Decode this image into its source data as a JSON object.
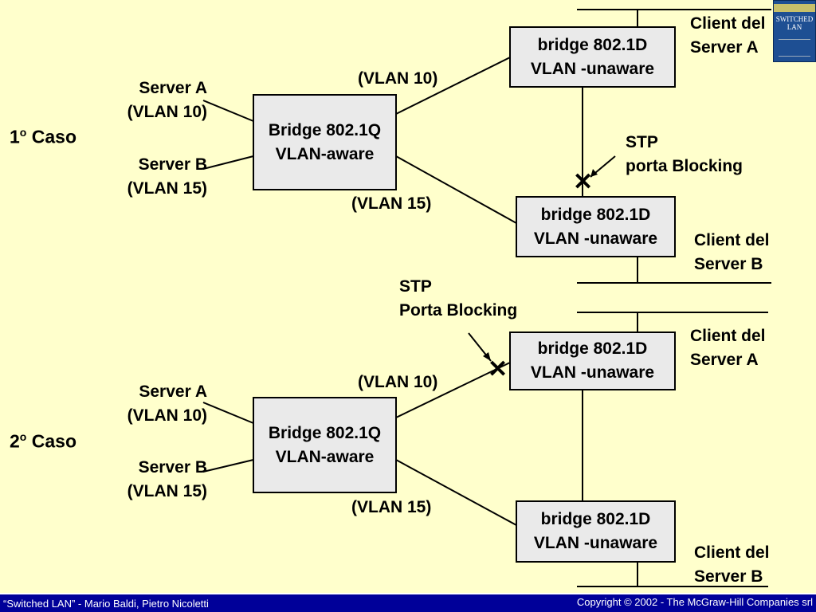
{
  "case1": {
    "title_num": "1",
    "title_sup": "o",
    "title_word": "Caso",
    "server_a": "Server A",
    "server_a_vlan": "(VLAN 10)",
    "server_b": "Server B",
    "server_b_vlan": "(VLAN 15)",
    "aware_bridge": [
      "Bridge 802.1Q",
      "VLAN-aware"
    ],
    "top_bridge": [
      "bridge 802.1D",
      "VLAN -unaware"
    ],
    "bottom_bridge": [
      "bridge 802.1D",
      "VLAN -unaware"
    ],
    "link_top_label": "(VLAN 10)",
    "link_bottom_label": "(VLAN 15)",
    "stp_label": [
      "STP",
      "porta Blocking"
    ],
    "client_a": [
      "Client del",
      "Server A"
    ],
    "client_b": [
      "Client del",
      "Server B"
    ]
  },
  "case2": {
    "title_num": "2",
    "title_sup": "o",
    "title_word": "Caso",
    "server_a": "Server A",
    "server_a_vlan": "(VLAN 10)",
    "server_b": "Server B",
    "server_b_vlan": "(VLAN 15)",
    "aware_bridge": [
      "Bridge 802.1Q",
      "VLAN-aware"
    ],
    "top_bridge": [
      "bridge 802.1D",
      "VLAN -unaware"
    ],
    "bottom_bridge": [
      "bridge 802.1D",
      "VLAN -unaware"
    ],
    "link_top_label": "(VLAN 10)",
    "link_bottom_label": "(VLAN 15)",
    "stp_label": [
      "STP",
      "Porta Blocking"
    ],
    "client_a": [
      "Client del",
      "Server A"
    ],
    "client_b": [
      "Client del",
      "Server B"
    ]
  },
  "blocking_mark": "✕",
  "book_cover": {
    "title": "SWITCHED LAN"
  },
  "footer": {
    "left": "“Switched LAN” - Mario Baldi, Pietro Nicoletti",
    "right": "Copyright © 2002 - The McGraw-Hill Companies srl"
  },
  "colors": {
    "background": "#ffffcc",
    "box_fill": "#eaeaea",
    "footer_bg": "#000099"
  }
}
